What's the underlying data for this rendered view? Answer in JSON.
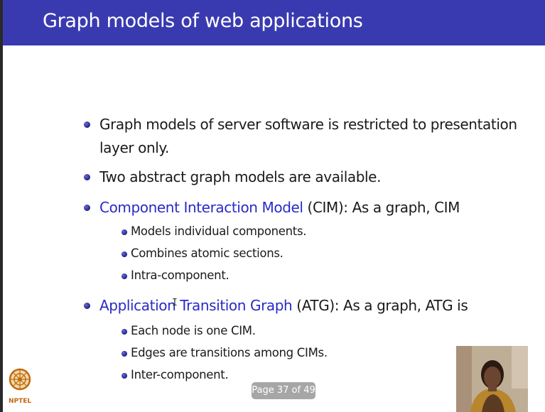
{
  "slide": {
    "title": "Graph models of web applications",
    "bullets": {
      "b1_line1": "Graph models of server software is restricted to presentation",
      "b1_line2": "layer only.",
      "b2": "Two abstract graph models are available.",
      "b3_term": "Component Interaction Model",
      "b3_rest": " (CIM): As a graph, CIM",
      "b3_sub": [
        "Models individual components.",
        "Combines atomic sections.",
        "Intra-component."
      ],
      "b4_term": "Application Transition Graph",
      "b4_rest": " (ATG): As a graph, ATG is",
      "b4_sub": [
        "Each node is one CIM.",
        "Edges are transitions among CIMs.",
        "Inter-component."
      ]
    },
    "page_indicator": "Page 37 of 49",
    "logo_text": "NPTEL"
  },
  "colors": {
    "title_bar": "#3a3ab0",
    "highlight_text": "#2a2ac8"
  }
}
